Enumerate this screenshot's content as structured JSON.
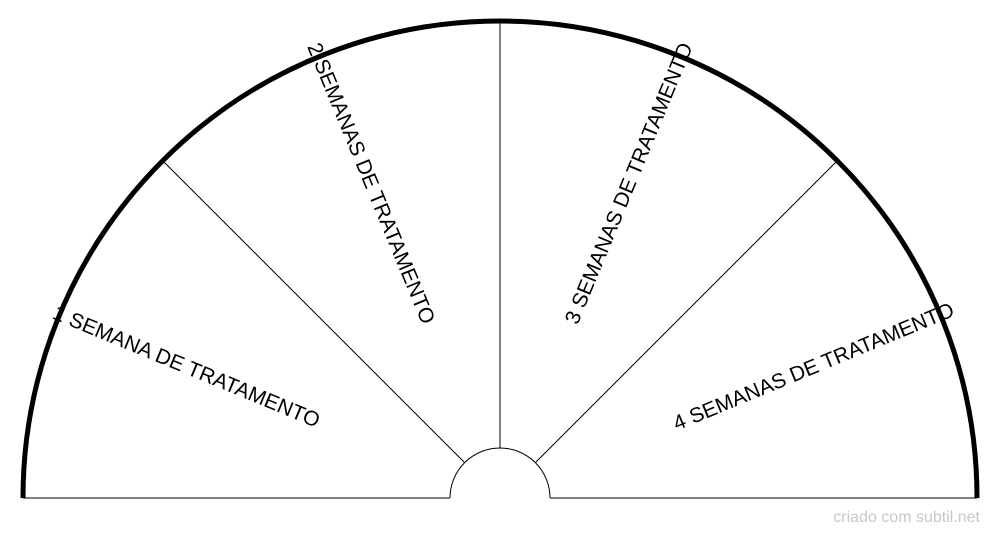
{
  "chart_data": {
    "type": "pie",
    "shape": "semicircle",
    "sectors": [
      {
        "label": "1 SEMANA DE TRATAMENTO"
      },
      {
        "label": "2 SEMANAS DE TRATAMENTO"
      },
      {
        "label": "3 SEMANAS DE TRATAMENTO"
      },
      {
        "label": "4 SEMANAS DE TRATAMENTO"
      }
    ]
  },
  "credit": "criado com subtil.net",
  "colors": {
    "outline": "#000000",
    "divider": "#000000",
    "background": "#ffffff",
    "credit_text": "#c8c8c8"
  }
}
